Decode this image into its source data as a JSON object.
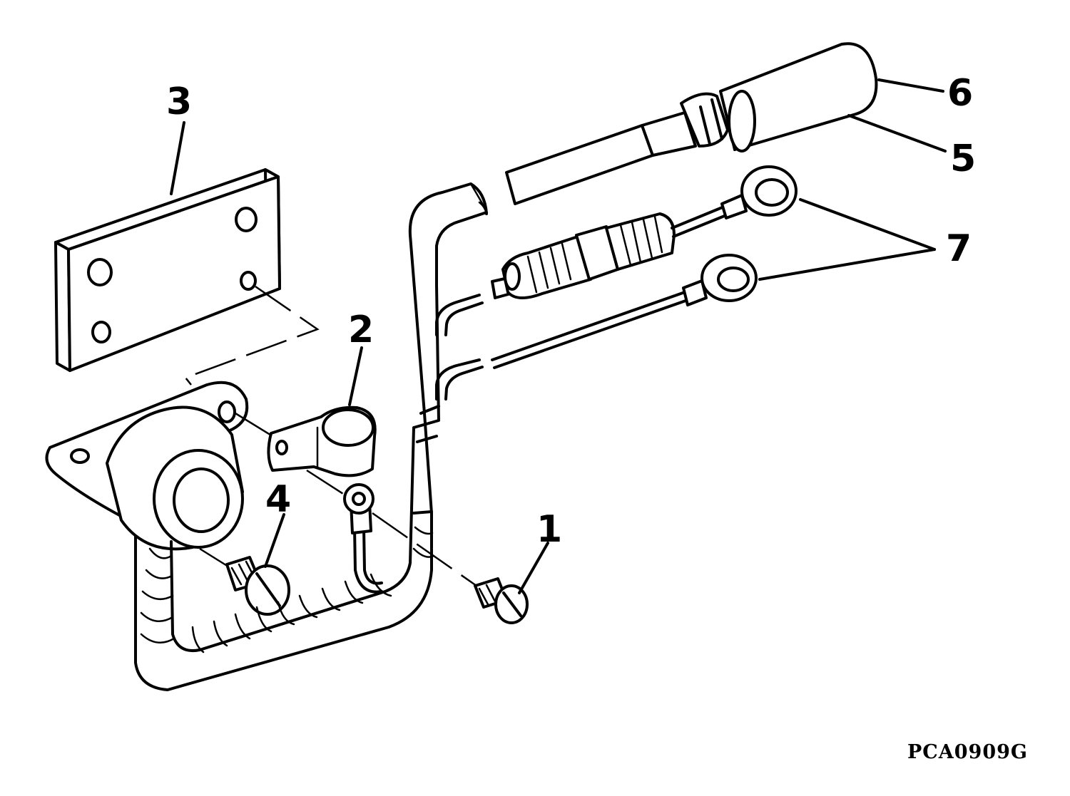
{
  "callouts": {
    "c1": "1",
    "c2": "2",
    "c3": "3",
    "c4": "4",
    "c5": "5",
    "c6": "6",
    "c7": "7"
  },
  "figure_code": "PCA0909G",
  "colors": {
    "ink": "#000000",
    "paper": "#ffffff"
  }
}
